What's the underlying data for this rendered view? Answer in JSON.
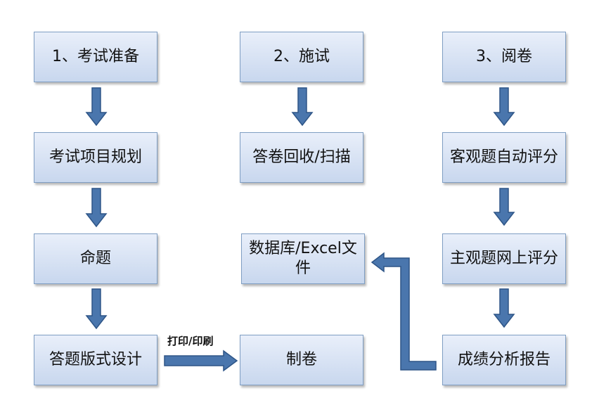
{
  "colors": {
    "box_border": "#7f9ec3",
    "box_fill_top": "#e9effa",
    "box_fill_bottom": "#c8d7ee",
    "arrow_fill": "#4a76ad",
    "arrow_stroke": "#2e5587"
  },
  "columns": {
    "exam_prep": {
      "title": "1、考试准备",
      "steps": [
        "考试项目规划",
        "命题",
        "答题版式设计"
      ]
    },
    "exam_admin": {
      "title": "2、施试",
      "steps": [
        "答卷回收/扫描",
        "数据库/Excel文件",
        "制卷"
      ]
    },
    "grading": {
      "title": "3、阅卷",
      "steps": [
        "客观题自动评分",
        "主观题网上评分",
        "成绩分析报告"
      ]
    }
  },
  "connectors": {
    "print_label": "打印/印刷"
  }
}
